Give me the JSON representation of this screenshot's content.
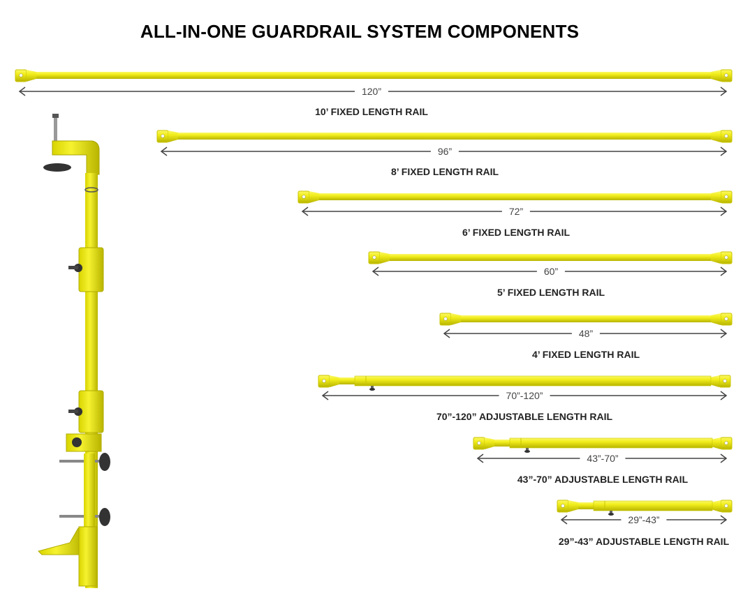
{
  "title": "ALL-IN-ONE  GUARDRAIL SYSTEM COMPONENTS",
  "colors": {
    "rail": "#f2ee1c",
    "rail_dark": "#b8b400",
    "arrow": "#444444"
  },
  "rails": [
    {
      "dimension": "120”",
      "caption": "10’ FIXED LENGTH RAIL",
      "adjustable": false
    },
    {
      "dimension": "96”",
      "caption": "8’ FIXED LENGTH RAIL",
      "adjustable": false
    },
    {
      "dimension": "72”",
      "caption": "6’ FIXED LENGTH RAIL",
      "adjustable": false
    },
    {
      "dimension": "60”",
      "caption": "5’ FIXED LENGTH RAIL",
      "adjustable": false
    },
    {
      "dimension": "48”",
      "caption": "4’ FIXED LENGTH RAIL",
      "adjustable": false
    },
    {
      "dimension": "70”-120”",
      "caption": "70”-120” ADJUSTABLE LENGTH RAIL",
      "adjustable": true
    },
    {
      "dimension": "43”-70”",
      "caption": "43”-70” ADJUSTABLE LENGTH RAIL",
      "adjustable": true
    },
    {
      "dimension": "29”-43”",
      "caption": "29”-43” ADJUSTABLE LENGTH RAIL",
      "adjustable": true
    }
  ]
}
